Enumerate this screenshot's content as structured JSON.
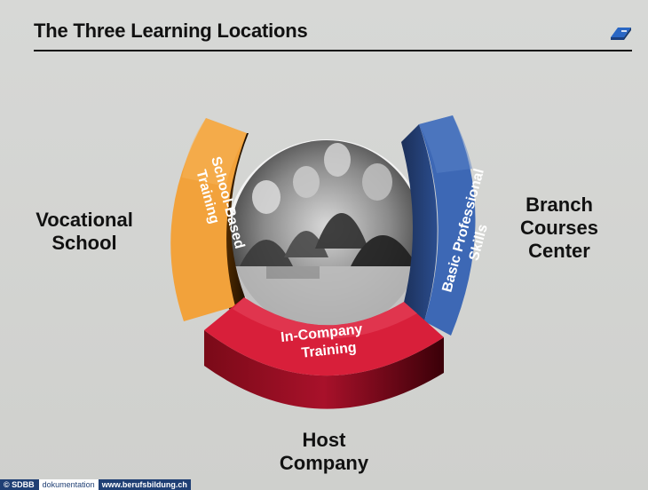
{
  "header": {
    "title": "The Three Learning Locations"
  },
  "locations": {
    "vocational_school": "Vocational\nSchool",
    "branch_courses_center": "Branch\nCourses\nCenter",
    "host_company": "Host\nCompany"
  },
  "segments": {
    "school_based_training": {
      "line1": "School-Based",
      "line2": "Training",
      "color": "#f2a23b"
    },
    "basic_professional_skills": {
      "line1": "Basic Professional",
      "line2": "Skills",
      "color": "#3d68b5"
    },
    "in_company_training": {
      "line1": "In-Company",
      "line2": "Training",
      "color": "#d81f3a"
    }
  },
  "icons": {
    "book": "book-icon"
  },
  "footer": {
    "copyright": "© SDBB",
    "dokumentation": "dokumentation",
    "url": "www.berufsbildung.ch"
  }
}
